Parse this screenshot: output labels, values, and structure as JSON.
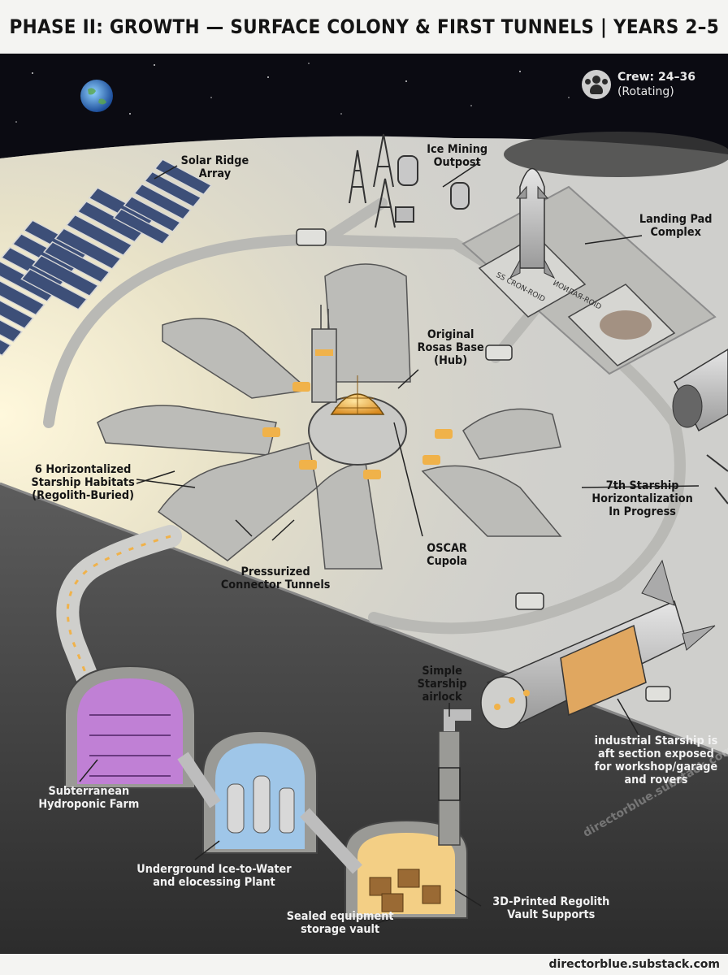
{
  "title": "PHASE II: GROWTH — SURFACE COLONY & FIRST TUNNELS | YEARS 2–5",
  "footer_credit": "directorblue.substack.com",
  "watermark": "directorblue.substack.com",
  "crew": {
    "line1": "Crew: 24–36",
    "line2": "(Rotating)",
    "icon": "crew-group-icon"
  },
  "labels": {
    "solar_ridge": [
      "Solar Ridge",
      "Array"
    ],
    "ice_mining": [
      "Ice Mining",
      "Outpost"
    ],
    "landing_pad": [
      "Landing Pad",
      "Complex"
    ],
    "original_rosas": [
      "Original",
      "Rosas Base",
      "(Hub)"
    ],
    "habitats": [
      "6 Horizontalized",
      "Starship Habitats",
      "(Regolith-Buried)"
    ],
    "seventh_starship": [
      "7th Starship",
      "Horizontalization",
      "In Progress"
    ],
    "connector_tunnels": [
      "Pressurized",
      "Connector Tunnels"
    ],
    "oscar_cupola": [
      "OSCAR",
      "Cupola"
    ],
    "airlock": [
      "Simple",
      "Starship",
      "airlock"
    ],
    "industrial_starship": [
      "industrial Starship is",
      "aft section exposed",
      "for workshop/garage",
      "and rovers"
    ],
    "hydroponic_farm": [
      "Subterranean",
      "Hydroponic Farm"
    ],
    "ice_water_plant": [
      "Underground Ice-to-Water",
      "and elocessing Plant"
    ],
    "storage_vault": [
      "Sealed equipment",
      "storage vault"
    ],
    "vault_supports": [
      "3D-Printed Regolith",
      "Vault Supports"
    ]
  },
  "pad_markings": [
    "SS CRON-ROID",
    "ИОИЛАЯ-ROID"
  ],
  "colors": {
    "space": "#0b0b12",
    "regolith": "#cfcfcc",
    "ground": "#6b6b6b",
    "underground": "#3d3d3d",
    "warm_glow": "#f0b24a",
    "farm_glow": "#c77be0",
    "plant_glow": "#9fc6e8"
  }
}
